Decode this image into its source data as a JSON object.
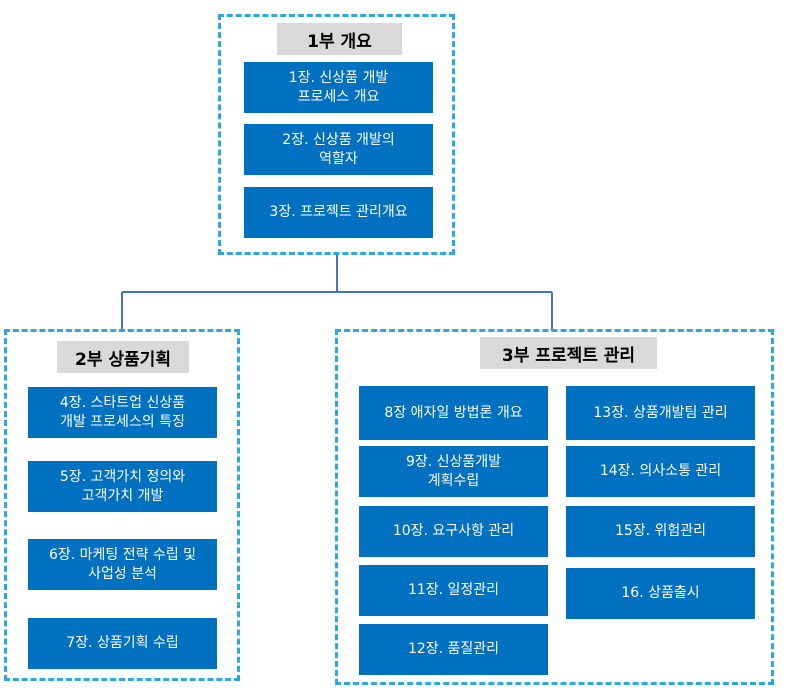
{
  "part1": {
    "title": "1부 개요",
    "chapters": [
      "1장. 신상품 개발\n프로세스 개요",
      "2장. 신상품 개발의\n역할자",
      "3장. 프로젝트 관리개요"
    ]
  },
  "part2": {
    "title": "2부 상품기획",
    "chapters": [
      "4장. 스타트업 신상품\n개발 프로세스의 특징",
      "5장. 고객가치 정의와\n고객가치 개발",
      "6장. 마케팅 전략 수립 및\n사업성 분석",
      "7장. 상품기획 수립"
    ]
  },
  "part3": {
    "title": "3부 프로젝트 관리",
    "left_chapters": [
      "8장 애자일 방법론 개요",
      "9장. 신상품개발\n계획수립",
      "10장. 요구사항 관리",
      "11장. 일정관리",
      "12장. 품질관리"
    ],
    "right_chapters": [
      "13장. 상품개발팀 관리",
      "14장. 의사소통 관리",
      "15장. 위험관리",
      "16. 상품출시"
    ]
  },
  "colors": {
    "box": "#0070c0",
    "border": "#29a9e0",
    "title_bg": "#d9d9d9",
    "connector": "#4472c4"
  }
}
